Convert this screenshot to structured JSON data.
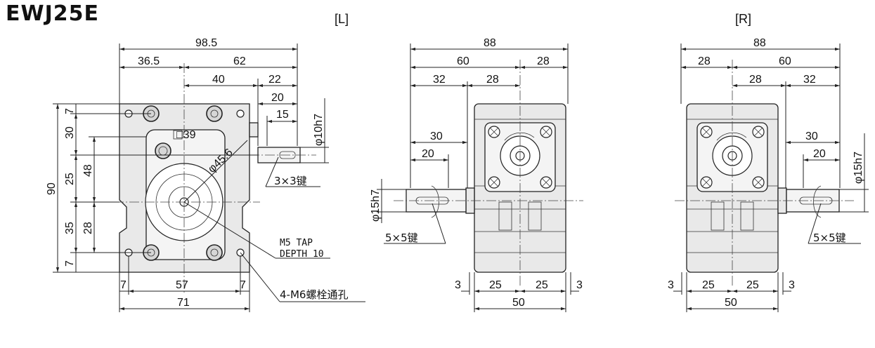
{
  "title": "EWJ25E",
  "views": {
    "left_label": "[L]",
    "right_label": "[R]"
  },
  "front": {
    "overall_width": "98.5",
    "w_36_5": "36.5",
    "w_62": "62",
    "w_40": "40",
    "w_22": "22",
    "w_20": "20",
    "w_15": "15",
    "shaft_dia": "φ10h7",
    "square": "□39",
    "pcd": "φ45.6",
    "key_input": "3×3键",
    "height_90": "90",
    "h_7_top": "7",
    "h_30": "30",
    "h_48": "48",
    "h_25": "25",
    "h_35": "35",
    "h_28": "28",
    "h_7_bot": "7",
    "tap_line1": "M5 TAP",
    "tap_line2": "DEPTH 10",
    "bolt_note": "4-M6螺栓通孔",
    "b_7_left": "7",
    "b_57": "57",
    "b_7_right": "7",
    "b_71": "71"
  },
  "left_view": {
    "w_88": "88",
    "w_60": "60",
    "w_28a": "28",
    "w_32": "32",
    "w_28b": "28",
    "w_30": "30",
    "w_20": "20",
    "shaft_dia": "φ15h7",
    "key": "5×5键",
    "b_3_left": "3",
    "b_25a": "25",
    "b_25b": "25",
    "b_3_right": "3",
    "b_50": "50"
  },
  "right_view": {
    "w_88": "88",
    "w_28a": "28",
    "w_60": "60",
    "w_28b": "28",
    "w_32": "32",
    "w_30": "30",
    "w_20": "20",
    "shaft_dia": "φ15h7",
    "key": "5×5键",
    "b_3_left": "3",
    "b_25a": "25",
    "b_25b": "25",
    "b_3_right": "3",
    "b_50": "50"
  }
}
